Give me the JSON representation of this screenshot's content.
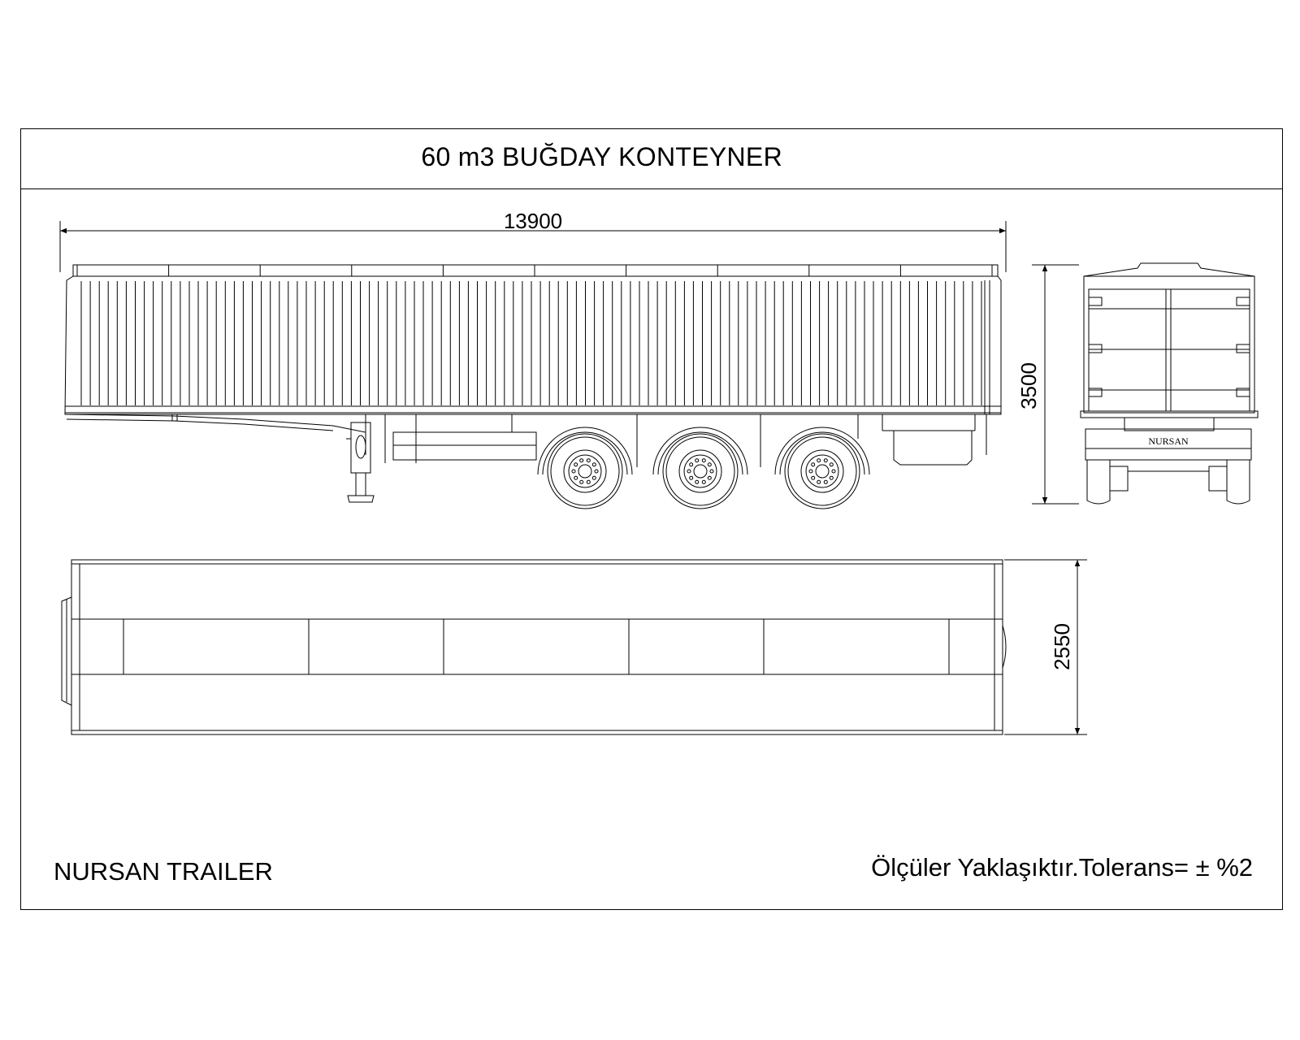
{
  "drawing": {
    "title": "60 m3 BUĞDAY KONTEYNER",
    "company": "NURSAN TRAILER",
    "tolerance_note": "Ölçüler Yaklaşıktır.Tolerans= ± %2",
    "rear_badge": "NURSAN"
  },
  "dimensions": {
    "length": "13900",
    "height": "3500",
    "width": "2550"
  },
  "colors": {
    "line": "#000000",
    "background": "#ffffff"
  }
}
